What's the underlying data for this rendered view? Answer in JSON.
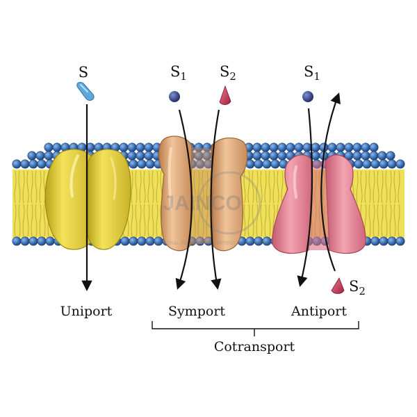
{
  "labels": {
    "uniport_substrate": "S",
    "symport_s1": "S",
    "symport_s1_sub": "1",
    "symport_s2": "S",
    "symport_s2_sub": "2",
    "antiport_s1": "S",
    "antiport_s1_sub": "1",
    "antiport_s2": "S",
    "antiport_s2_sub": "2",
    "uniport": "Uniport",
    "symport": "Symport",
    "antiport": "Antiport",
    "cotransport": "Cotransport"
  },
  "watermark": {
    "brand": "JAINCO",
    "tagline": "EDUCATIONAL EXPORTS · SCIENTIFIC INSTRUMENTS"
  },
  "colors": {
    "lipid_head": "#3a6fb3",
    "lipid_tail": "#efe05a",
    "uniport_protein": "#e2cf3a",
    "symport_protein": "#d9a072",
    "antiport_protein": "#e07a8c",
    "substrate_s": "#5fa8dc",
    "substrate_s1": "#2c3a7a",
    "substrate_s2": "#c8344e"
  },
  "icons": {
    "uniport_substrate": "blue-tilted-capsule",
    "s1": "dark-blue-sphere",
    "s2": "red-triangle"
  }
}
